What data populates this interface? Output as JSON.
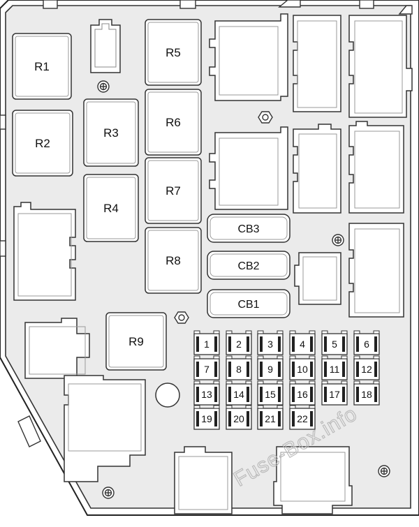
{
  "relays": [
    {
      "id": "r1",
      "label": "R1"
    },
    {
      "id": "r2",
      "label": "R2"
    },
    {
      "id": "r3",
      "label": "R3"
    },
    {
      "id": "r4",
      "label": "R4"
    },
    {
      "id": "r5",
      "label": "R5"
    },
    {
      "id": "r6",
      "label": "R6"
    },
    {
      "id": "r7",
      "label": "R7"
    },
    {
      "id": "r8",
      "label": "R8"
    },
    {
      "id": "r9",
      "label": "R9"
    }
  ],
  "circuit_breakers": [
    {
      "id": "cb3",
      "label": "CB3"
    },
    {
      "id": "cb2",
      "label": "CB2"
    },
    {
      "id": "cb1",
      "label": "CB1"
    }
  ],
  "fuses": [
    "1",
    "2",
    "3",
    "4",
    "5",
    "6",
    "7",
    "8",
    "9",
    "10",
    "11",
    "12",
    "13",
    "14",
    "15",
    "16",
    "17",
    "18",
    "19",
    "20",
    "21",
    "22"
  ],
  "watermark": "Fuse-Box.info"
}
